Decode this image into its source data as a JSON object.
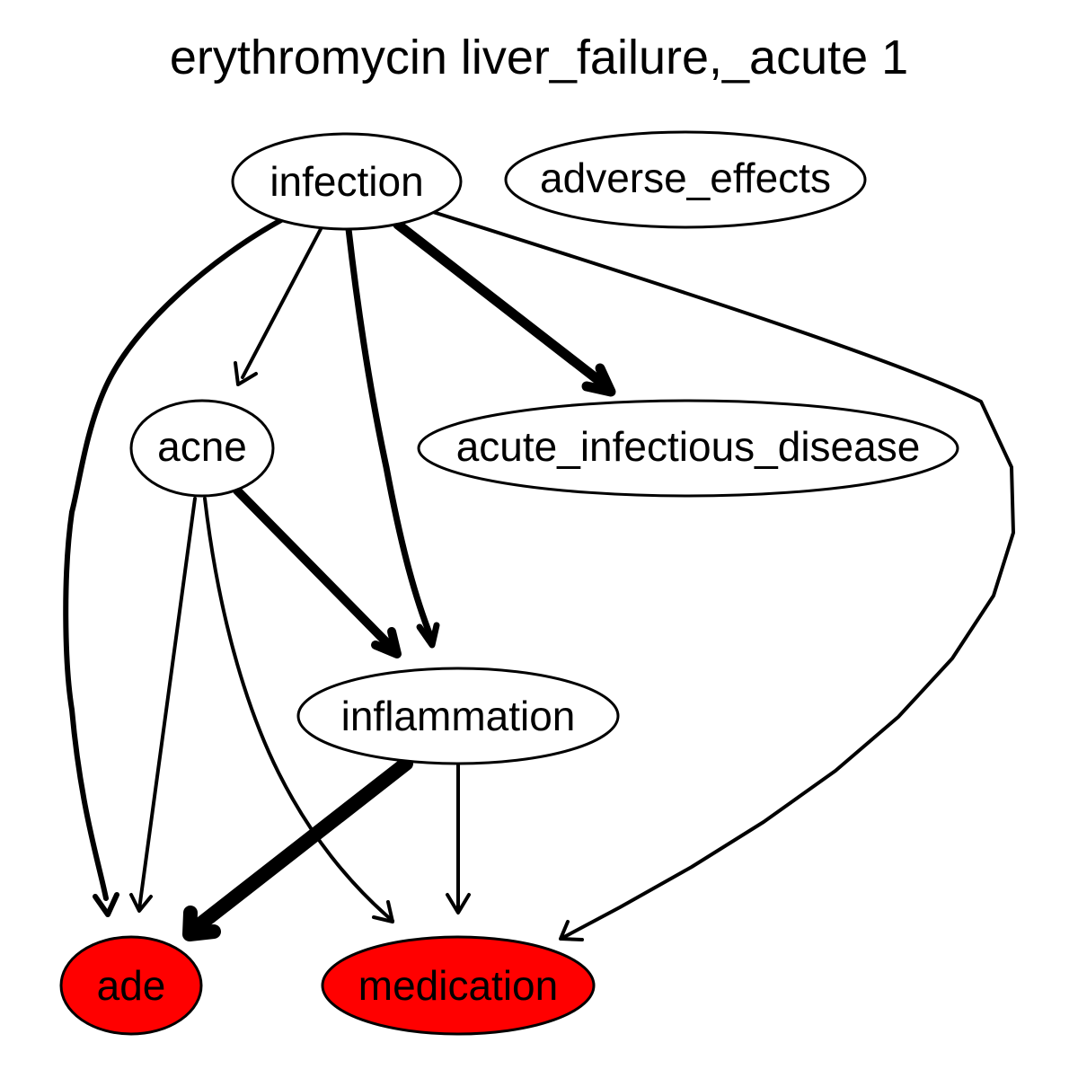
{
  "title": "erythromycin liver_failure,_acute 1",
  "colors": {
    "highlight": "#ff0000",
    "default_fill": "#ffffff",
    "stroke": "#000000"
  },
  "nodes": {
    "infection": {
      "label": "infection",
      "highlighted": false
    },
    "adverse_effects": {
      "label": "adverse_effects",
      "highlighted": false
    },
    "acne": {
      "label": "acne",
      "highlighted": false
    },
    "acute_infectious_disease": {
      "label": "acute_infectious_disease",
      "highlighted": false
    },
    "inflammation": {
      "label": "inflammation",
      "highlighted": false
    },
    "ade": {
      "label": "ade",
      "highlighted": true
    },
    "medication": {
      "label": "medication",
      "highlighted": true
    }
  },
  "edges": [
    {
      "from": "infection",
      "to": "ade",
      "weight": "medium"
    },
    {
      "from": "infection",
      "to": "acne",
      "weight": "thin"
    },
    {
      "from": "infection",
      "to": "inflammation",
      "weight": "medium"
    },
    {
      "from": "infection",
      "to": "acute_infectious_disease",
      "weight": "thick"
    },
    {
      "from": "infection",
      "to": "medication",
      "weight": "thin"
    },
    {
      "from": "acne",
      "to": "ade",
      "weight": "thin"
    },
    {
      "from": "acne",
      "to": "medication",
      "weight": "thin"
    },
    {
      "from": "acne",
      "to": "inflammation",
      "weight": "thick"
    },
    {
      "from": "inflammation",
      "to": "ade",
      "weight": "heaviest"
    },
    {
      "from": "inflammation",
      "to": "medication",
      "weight": "thin"
    }
  ]
}
